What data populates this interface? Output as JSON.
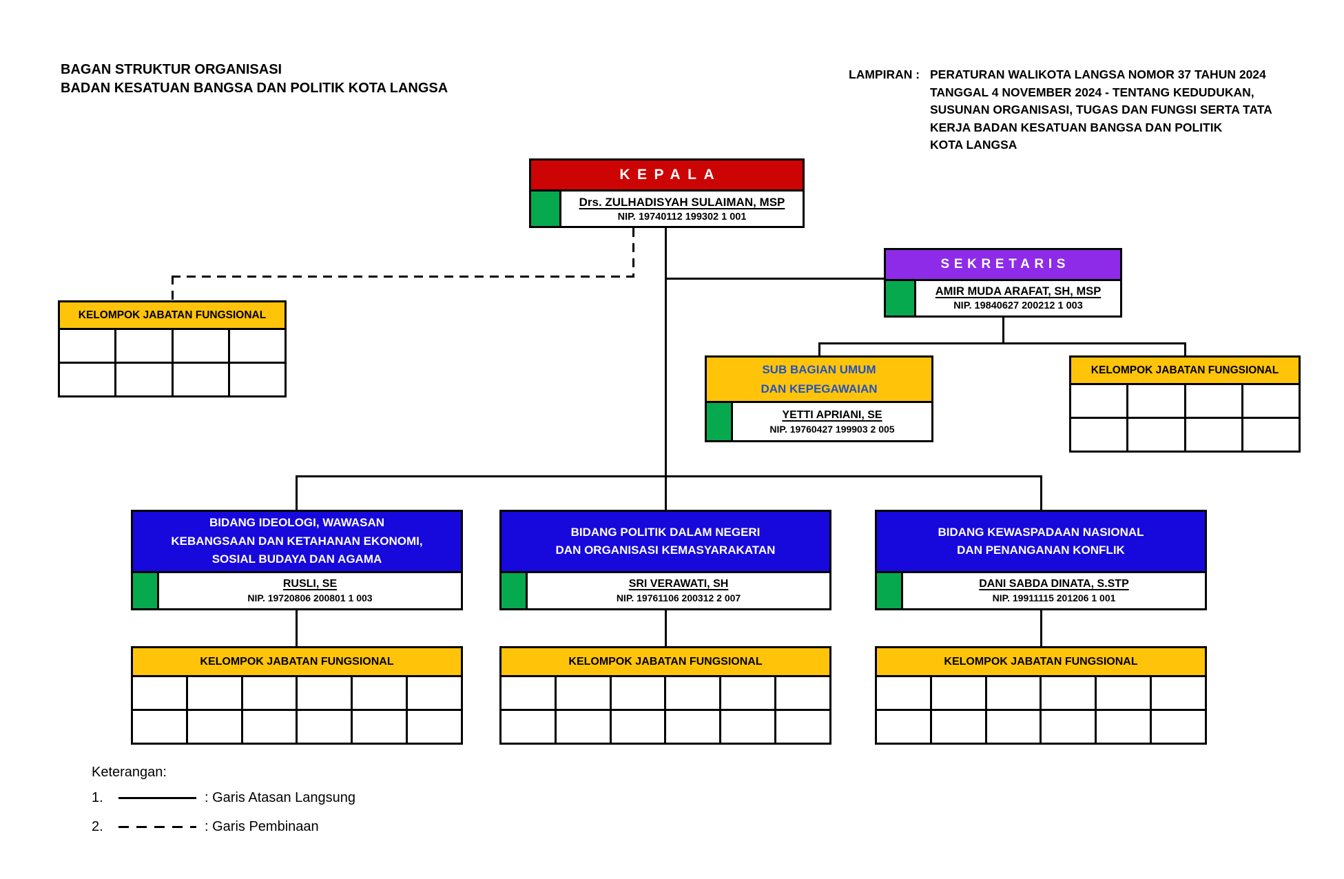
{
  "header": {
    "title_line1": "BAGAN STRUKTUR ORGANISASI",
    "title_line2": "BADAN KESATUAN BANGSA DAN POLITIK KOTA LANGSA"
  },
  "lampiran": {
    "label": "LAMPIRAN :",
    "lines": [
      "PERATURAN WALIKOTA LANGSA NOMOR 37 TAHUN 2024",
      "TANGGAL 4 NOVEMBER 2024  -  TENTANG  KEDUDUKAN,",
      "SUSUNAN ORGANISASI, TUGAS  DAN FUNGSI SERTA TATA",
      "KERJA BADAN KESATUAN BANGSA DAN POLITIK",
      "KOTA LANGSA"
    ]
  },
  "nodes": {
    "kepala": {
      "title": "KEPALA",
      "name": "Drs. ZULHADISYAH SULAIMAN, MSP",
      "nip": "NIP. 19740112 199302 1 001"
    },
    "sekretaris": {
      "title": "SEKRETARIS",
      "name": "AMIR MUDA ARAFAT, SH, MSP",
      "nip": "NIP. 19840627 200212 1 003"
    },
    "sub_bagian_umum": {
      "title": "SUB BAGIAN UMUM\nDAN KEPEGAWAIAN",
      "name": "YETTI  APRIANI, SE",
      "nip": "NIP. 19760427 199903 2 005"
    },
    "bidang_ideologi": {
      "title": "BIDANG  IDEOLOGI, WAWASAN\nKEBANGSAAN DAN KETAHANAN EKONOMI,\nSOSIAL BUDAYA DAN AGAMA",
      "name": "RUSLI, SE",
      "nip": "NIP. 19720806 200801 1 003"
    },
    "bidang_politik": {
      "title": "BIDANG POLITIK DALAM NEGERI\nDAN ORGANISASI KEMASYARAKATAN",
      "name": "SRI  VERAWATI, SH",
      "nip": "NIP. 19761106 200312 2 007"
    },
    "bidang_kewaspadaan": {
      "title": "BIDANG KEWASPADAAN NASIONAL\nDAN PENANGANAN KONFLIK",
      "name": "DANI SABDA DINATA, S.STP",
      "nip": "NIP. 19911115 201206 1 001"
    }
  },
  "kelompok_label": "KELOMPOK JABATAN FUNGSIONAL",
  "legend": {
    "title": "Keterangan:",
    "items": [
      {
        "number": "1.",
        "label": ": Garis Atasan Langsung",
        "line_style": "solid"
      },
      {
        "number": "2.",
        "label": ": Garis Pembinaan",
        "line_style": "dashed"
      }
    ]
  },
  "colors": {
    "kepala_header": "#CC0404",
    "sekretaris_header": "#8E2BE8",
    "bidang_header": "#1708DC",
    "kelompok_header": "#FFC40A",
    "sub_bagian_text": "#2152C4",
    "status_green": "#07A94F",
    "line_black": "#000000"
  }
}
